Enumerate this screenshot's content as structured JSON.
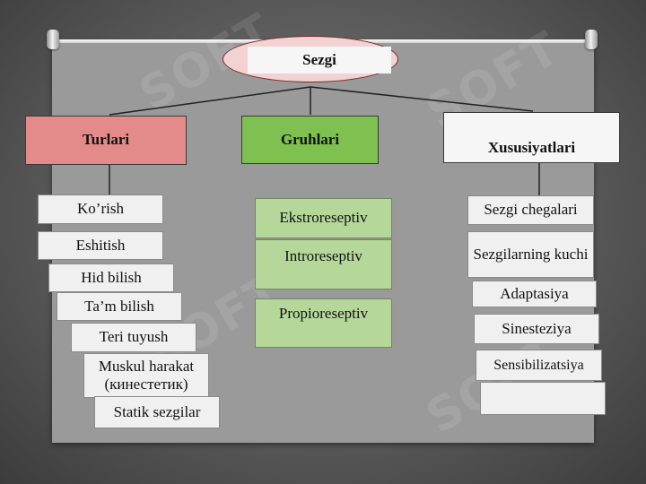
{
  "root": {
    "label": "Sezgi"
  },
  "categories": [
    {
      "id": "turlari",
      "label": "Turlari",
      "color": "#e38b8b"
    },
    {
      "id": "gruhlari",
      "label": "Gruhlari",
      "color": "#7fc150"
    },
    {
      "id": "xususiyatlari",
      "label": "Xususiyatlari",
      "color": "#f6f6f6"
    }
  ],
  "turlari_items": [
    "Ko’rish",
    "Eshitish",
    "Hid bilish",
    "Ta’m bilish",
    "Teri tuyush",
    "Muskul harakat (кинестетик)",
    "Statik sezgilar"
  ],
  "gruhlari_items": [
    "Ekstroreseptiv",
    "Introreseptiv",
    "Propioreseptiv"
  ],
  "xususiyatlari_items": [
    "Sezgi chegalari",
    "Sezgilarning kuchi",
    "Adaptasiya",
    "Sinesteziya",
    "Sensibilizatsiya",
    ""
  ],
  "watermark": "SOFT"
}
